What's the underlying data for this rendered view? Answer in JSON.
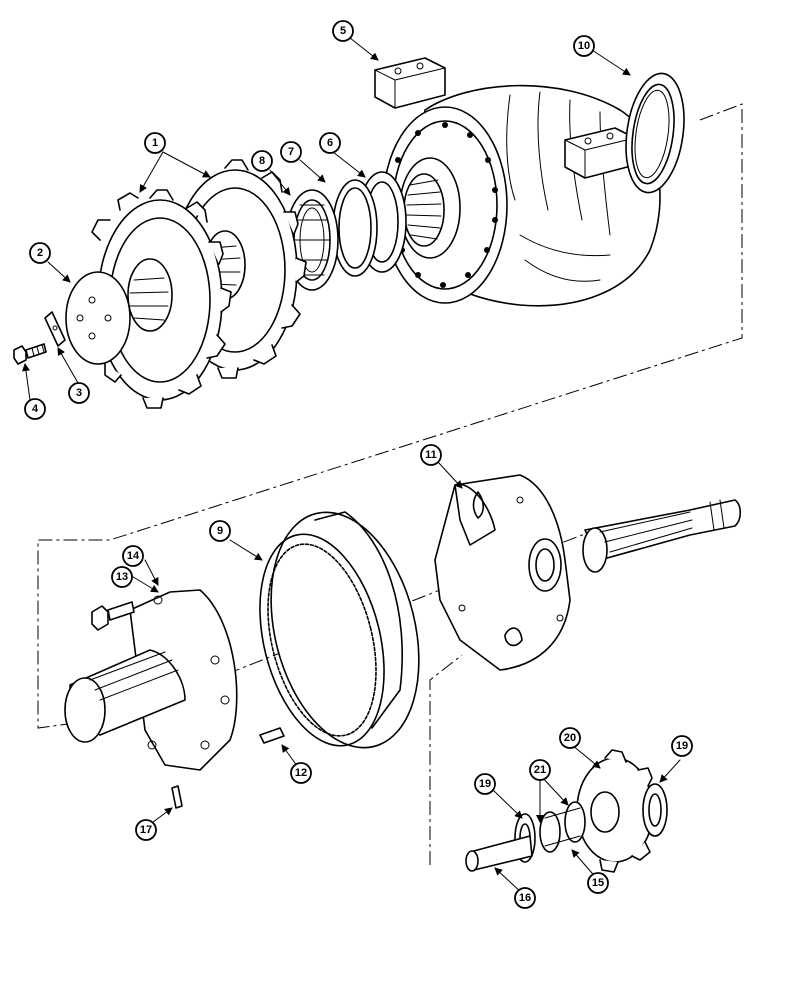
{
  "callouts": {
    "c1": "1",
    "c2": "2",
    "c3": "3",
    "c4": "4",
    "c5": "5",
    "c6": "6",
    "c7": "7",
    "c8": "8",
    "c9": "9",
    "c10": "10",
    "c11": "11",
    "c12": "12",
    "c13": "13",
    "c14": "14",
    "c15": "15",
    "c16": "16",
    "c17": "17",
    "c19a": "19",
    "c19b": "19",
    "c20": "20",
    "c21": "21"
  }
}
